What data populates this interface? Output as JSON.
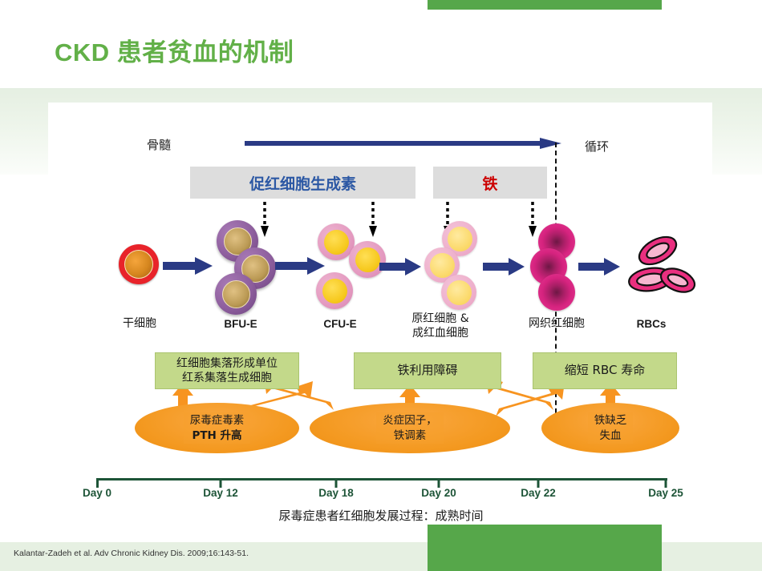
{
  "slide": {
    "title": "CKD 患者贫血的机制",
    "title_color": "#62b048",
    "accent_green": "#56a74a",
    "citation": "Kalantar-Zadeh et al. Adv Chronic Kidney Dis. 2009;16:143-51."
  },
  "diagram": {
    "region_labels": {
      "marrow": "骨髓",
      "circulation": "循环"
    },
    "factor_boxes": [
      {
        "label": "促红细胞生成素",
        "color": "#2c58a4"
      },
      {
        "label": "铁",
        "color": "#cc0000"
      }
    ],
    "stages": [
      {
        "name": "干细胞",
        "script": "cn"
      },
      {
        "name": "BFU-E",
        "script": "en"
      },
      {
        "name": "CFU-E",
        "script": "en"
      },
      {
        "name": "原红细胞 &\n成红血细胞",
        "line1": "原红细胞 &",
        "line2": "成红血细胞",
        "script": "cn"
      },
      {
        "name": "网织红细胞",
        "script": "cn"
      },
      {
        "name": "RBCs",
        "script": "en"
      }
    ],
    "consequence_boxes": [
      {
        "line1": "红细胞集落形成单位",
        "line2": "红系集落生成细胞"
      },
      {
        "line1": "铁利用障碍",
        "line2": ""
      },
      {
        "line1": "缩短 RBC 寿命",
        "line2": ""
      }
    ],
    "cause_ellipses": [
      {
        "line1": "尿毒症毒素",
        "line2": "PTH 升高"
      },
      {
        "line1": "炎症因子，",
        "line2": "铁调素"
      },
      {
        "line1": "铁缺乏",
        "line2": "失血"
      }
    ],
    "timeline": {
      "ticks": [
        "Day 0",
        "Day 12",
        "Day 18",
        "Day 20",
        "Day 22",
        "Day 25"
      ],
      "color": "#1d5437",
      "caption": "尿毒症患者红细胞发展过程：成熟时间"
    }
  }
}
